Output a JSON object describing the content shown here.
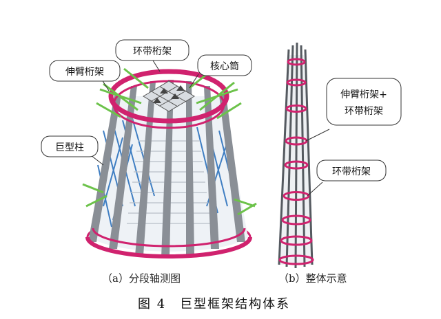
{
  "callouts": {
    "ring_truss_top": "环带桁架",
    "core_tube": "核心筒",
    "outrigger_truss_left": "伸臂桁架",
    "mega_column": "巨型柱",
    "outrigger_ring_line1": "伸臂桁架+",
    "outrigger_ring_line2": "环带桁架",
    "ring_truss_right": "环带桁架"
  },
  "captions": {
    "part_a": "（a）分段轴测图",
    "part_b": "（b）整体示意",
    "figure_title": "图 4　巨型框架结构体系"
  },
  "colors": {
    "ring_truss": "#d0226e",
    "mega_column": "#8a8f96",
    "brace_blue": "#3f7ec2",
    "outrigger_green": "#6cc24a",
    "core_slab": "#d9dde2"
  }
}
